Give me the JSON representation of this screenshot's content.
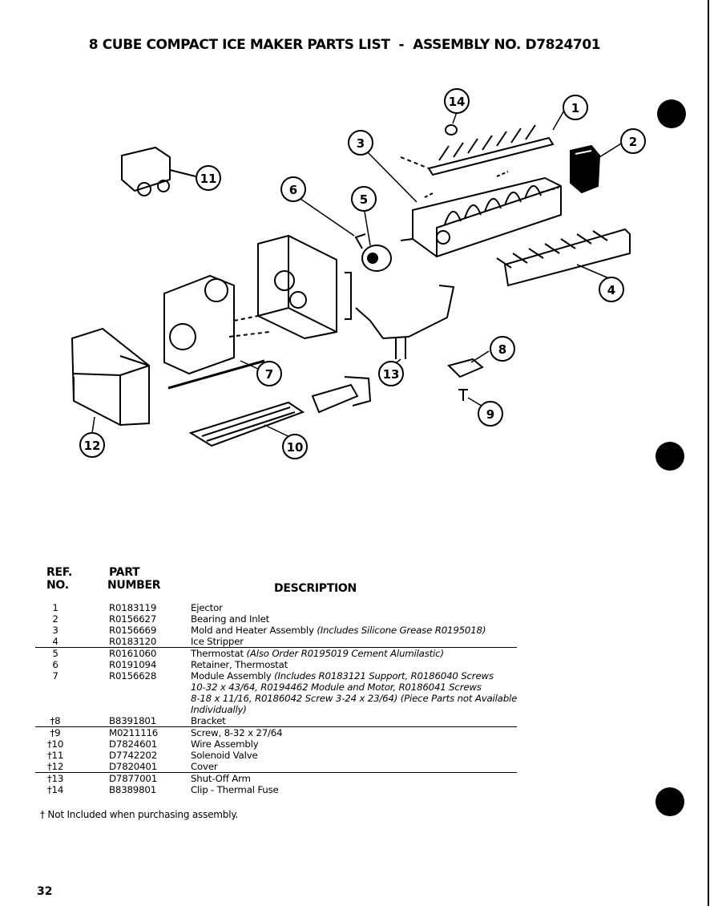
{
  "title": "8 CUBE COMPACT ICE MAKER PARTS LIST  -  ASSEMBLY NO. D7824701",
  "callouts": [
    "1",
    "2",
    "3",
    "4",
    "5",
    "6",
    "7",
    "8",
    "9",
    "10",
    "11",
    "12",
    "13",
    "14"
  ],
  "headers": {
    "ref_line1": "REF.",
    "ref_line2": "NO.",
    "part_line1": "PART",
    "part_line2": "NUMBER",
    "description": "DESCRIPTION"
  },
  "parts": [
    {
      "ref": "1",
      "part": "R0183119",
      "desc": "Ejector",
      "note": ""
    },
    {
      "ref": "2",
      "part": "R0156627",
      "desc": "Bearing and Inlet",
      "note": ""
    },
    {
      "ref": "3",
      "part": "R0156669",
      "desc": "Mold and Heater Assembly",
      "note": "(Includes Silicone Grease  R0195018)"
    },
    {
      "ref": "4",
      "part": "R0183120",
      "desc": "Ice Stripper",
      "note": ""
    },
    {
      "ref": "5",
      "part": "R0161060",
      "desc": "Thermostat",
      "note": "(Also Order R0195019 Cement Alumilastic)"
    },
    {
      "ref": "6",
      "part": "R0191094",
      "desc": "Retainer, Thermostat",
      "note": ""
    },
    {
      "ref": "7",
      "part": "R0156628",
      "desc": "Module Assembly",
      "note": "(Includes R0183121 Support, R0186040 Screws"
    },
    {
      "ref": "",
      "part": "",
      "desc": "",
      "note": "10-32 x 43/64, R0194462 Module and Motor, R0186041 Screws"
    },
    {
      "ref": "",
      "part": "",
      "desc": "",
      "note": "8-18 x 11/16, R0186042 Screw 3-24 x 23/64)  (Piece Parts not Available"
    },
    {
      "ref": "",
      "part": "",
      "desc": "",
      "note": "Individually)"
    },
    {
      "ref": "†8",
      "part": "B8391801",
      "desc": "Bracket",
      "note": ""
    },
    {
      "ref": "†9",
      "part": "M0211116",
      "desc": "Screw, 8-32 x 27/64",
      "note": ""
    },
    {
      "ref": "†10",
      "part": "D7824601",
      "desc": "Wire Assembly",
      "note": ""
    },
    {
      "ref": "†11",
      "part": "D7742202",
      "desc": "Solenoid Valve",
      "note": ""
    },
    {
      "ref": "†12",
      "part": "D7820401",
      "desc": "Cover",
      "note": ""
    },
    {
      "ref": "†13",
      "part": "D7877001",
      "desc": "Shut-Off Arm",
      "note": ""
    },
    {
      "ref": "†14",
      "part": "B8389801",
      "desc": "Clip - Thermal Fuse",
      "note": ""
    }
  ],
  "footnote": "† Not Included when purchasing assembly.",
  "page_number": "32"
}
